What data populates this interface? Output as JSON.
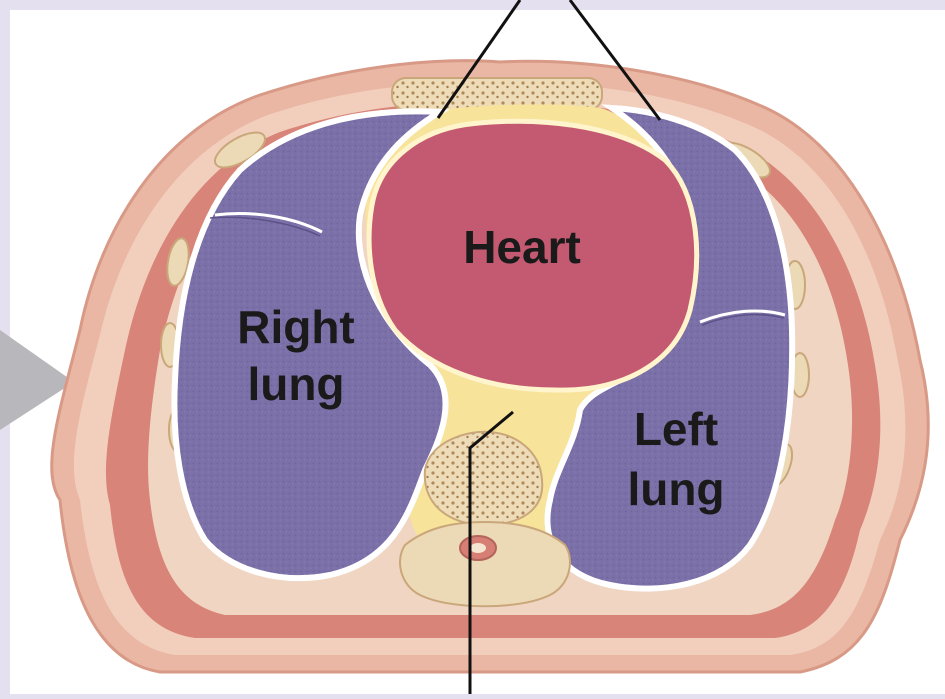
{
  "labels": {
    "heart": "Heart",
    "right_lung_line1": "Right",
    "right_lung_line2": "lung",
    "left_lung_line1": "Left",
    "left_lung_line2": "lung"
  },
  "colors": {
    "background": "#e4e0f0",
    "white_panel": "#ffffff",
    "skin": "#e9b7a3",
    "muscle": "#d98478",
    "fat": "#f1d3c0",
    "lung": "#7a6fa6",
    "heart": "#c45a72",
    "mediastinum": "#f7e39a",
    "bone": "#ead7b4",
    "pointer_line": "#111111",
    "arrow": "#b8b8bc"
  }
}
